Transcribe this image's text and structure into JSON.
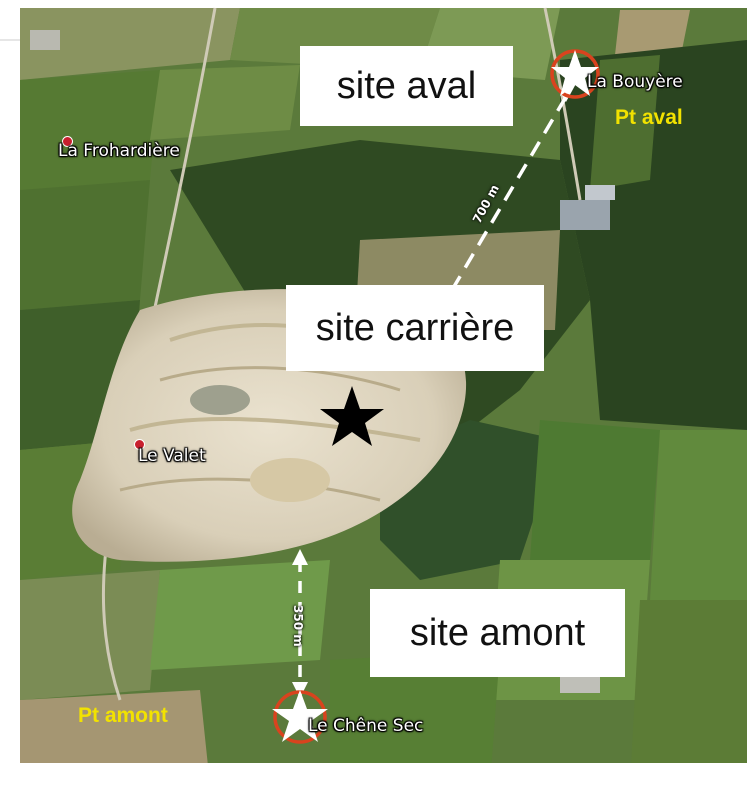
{
  "places": {
    "frohardiere": "La Frohardière",
    "valet": "Le Valet",
    "bouyere": "La Bouyère",
    "chene_sec": "Le Chêne Sec"
  },
  "points": {
    "aval": "Pt aval",
    "amont": "Pt amont"
  },
  "boxes": {
    "site_aval": "site aval",
    "site_carriere": "site carrière",
    "site_amont": "site amont"
  },
  "distances": {
    "aval": "700 m",
    "amont": "350 m"
  },
  "colors": {
    "marker_circle": "#d9431e",
    "label_yellow": "#f2e200",
    "pin": "#c8202e"
  }
}
